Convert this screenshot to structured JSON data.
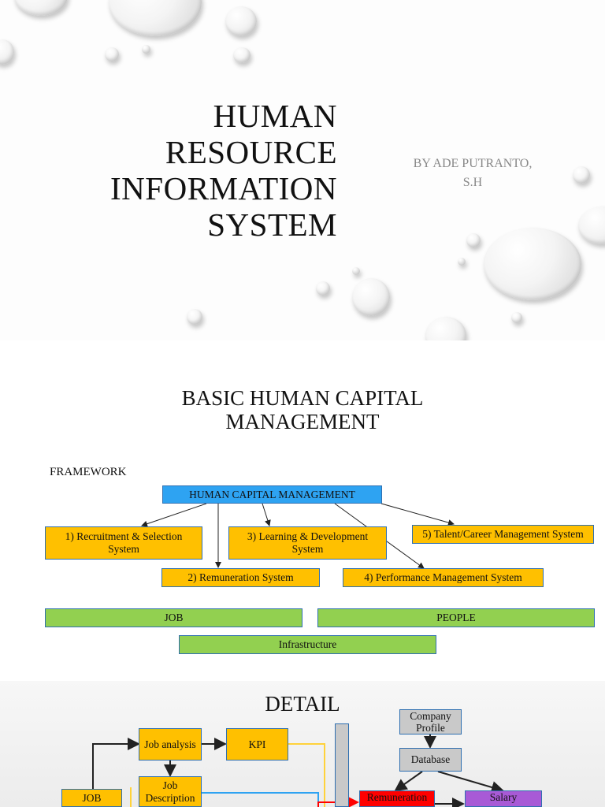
{
  "slide1": {
    "title_lines": [
      "HUMAN",
      "RESOURCE",
      "INFORMATION",
      "SYSTEM"
    ],
    "byline_lines": [
      "BY ADE PUTRANTO,",
      "S.H"
    ]
  },
  "slide2": {
    "heading_lines": [
      "BASIC HUMAN CAPITAL",
      "MANAGEMENT"
    ],
    "framework_label": "FRAMEWORK",
    "hcm": "HUMAN CAPITAL MANAGEMENT",
    "items": [
      "1) Recruitment & Selection System",
      "2) Remuneration System",
      "3) Learning & Development System",
      "4) Performance Management System",
      "5) Talent/Career Management System"
    ],
    "job": "JOB",
    "people": "PEOPLE",
    "infrastructure": "Infrastructure"
  },
  "slide3": {
    "heading": "DETAIL",
    "job_analysis": "Job analysis",
    "kpi": "KPI",
    "job": "JOB",
    "job_description": "Job Description",
    "company_profile": "Company Profile",
    "database": "Database",
    "remuneration": "Remuneration",
    "salary": "Salary"
  },
  "colors": {
    "yellow": "#ffc000",
    "blue": "#2ea3f2",
    "green": "#92d050",
    "red": "#ff0000",
    "purple": "#a85ad6",
    "gray": "#c9c9c9"
  }
}
